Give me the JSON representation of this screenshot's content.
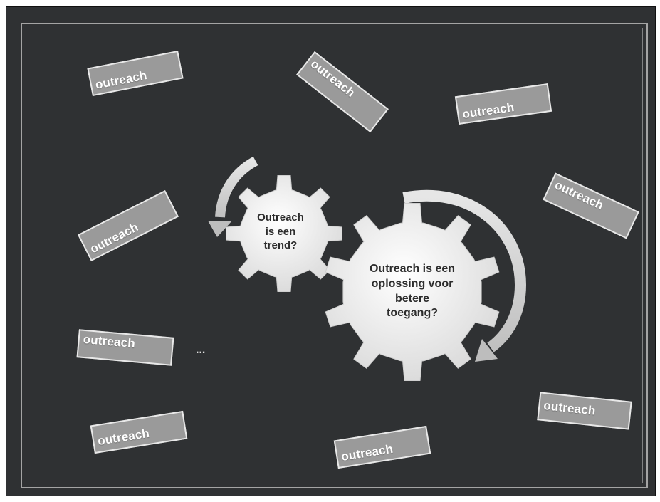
{
  "tags": [
    {
      "label": "outreach"
    },
    {
      "label": "outreach"
    },
    {
      "label": "outreach"
    },
    {
      "label": "outreach"
    },
    {
      "label": "outreach"
    },
    {
      "label": "outreach"
    },
    {
      "label": "outreach"
    },
    {
      "label": "outreach"
    },
    {
      "label": "outreach"
    }
  ],
  "gears": {
    "small": {
      "line1": "Outreach",
      "line2": "is een",
      "line3": "trend?"
    },
    "large": {
      "line1": "Outreach is een",
      "line2": "oplossing voor",
      "line3": "betere",
      "line4": "toegang?"
    }
  },
  "ellipsis": "...",
  "colors": {
    "board": "#2f3133",
    "tag_fill": "#9a9a9a",
    "tag_border": "#e8e8e8",
    "gear_fill": "#f4f4f4",
    "arrow": "#c8c8c8"
  }
}
